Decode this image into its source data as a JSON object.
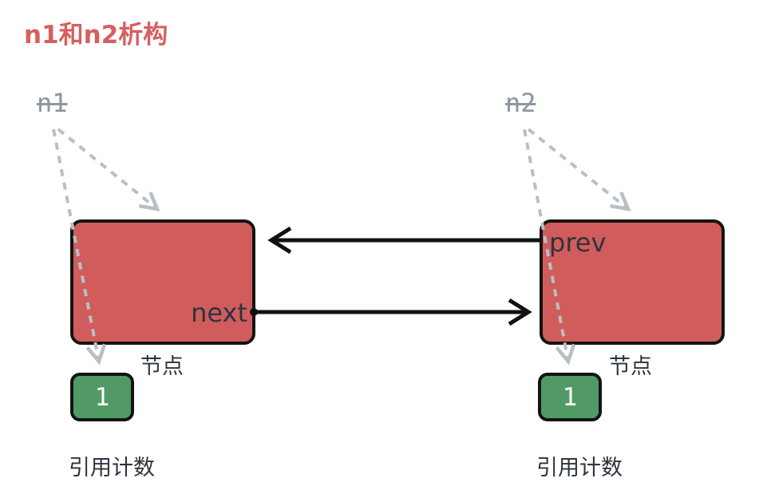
{
  "title": "n1和n2析构",
  "colors": {
    "title_red": "#d65f5f",
    "node_red": "#d05c5c",
    "count_green": "#529a65",
    "var_gray": "#8d97a2",
    "dash_gray": "#b9bfc5",
    "dark_text": "#2e343e",
    "border_black": "#141414",
    "arrow_black": "#111111",
    "background": "#ffffff"
  },
  "left": {
    "var_label": "n1",
    "pointer_label": "next",
    "node_caption": "节点",
    "count_value": "1",
    "count_caption": "引用计数"
  },
  "right": {
    "var_label": "n2",
    "pointer_label": "prev",
    "node_caption": "节点",
    "count_value": "1",
    "count_caption": "引用计数"
  }
}
